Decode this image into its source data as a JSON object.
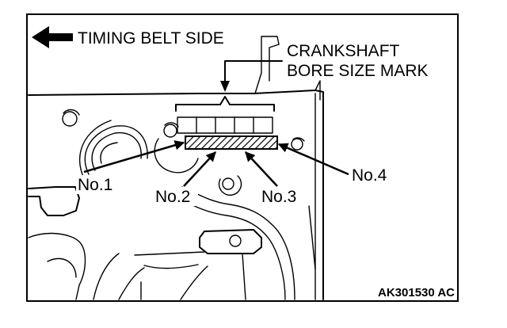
{
  "labels": {
    "timing_side": "TIMING BELT SIDE",
    "title_line1": "CRANKSHAFT",
    "title_line2": "BORE SIZE MARK",
    "no1": "No.1",
    "no2": "No.2",
    "no3": "No.3",
    "no4": "No.4",
    "code": "AK301530 AC"
  },
  "colors": {
    "ink": "#000000",
    "paper": "#ffffff"
  }
}
